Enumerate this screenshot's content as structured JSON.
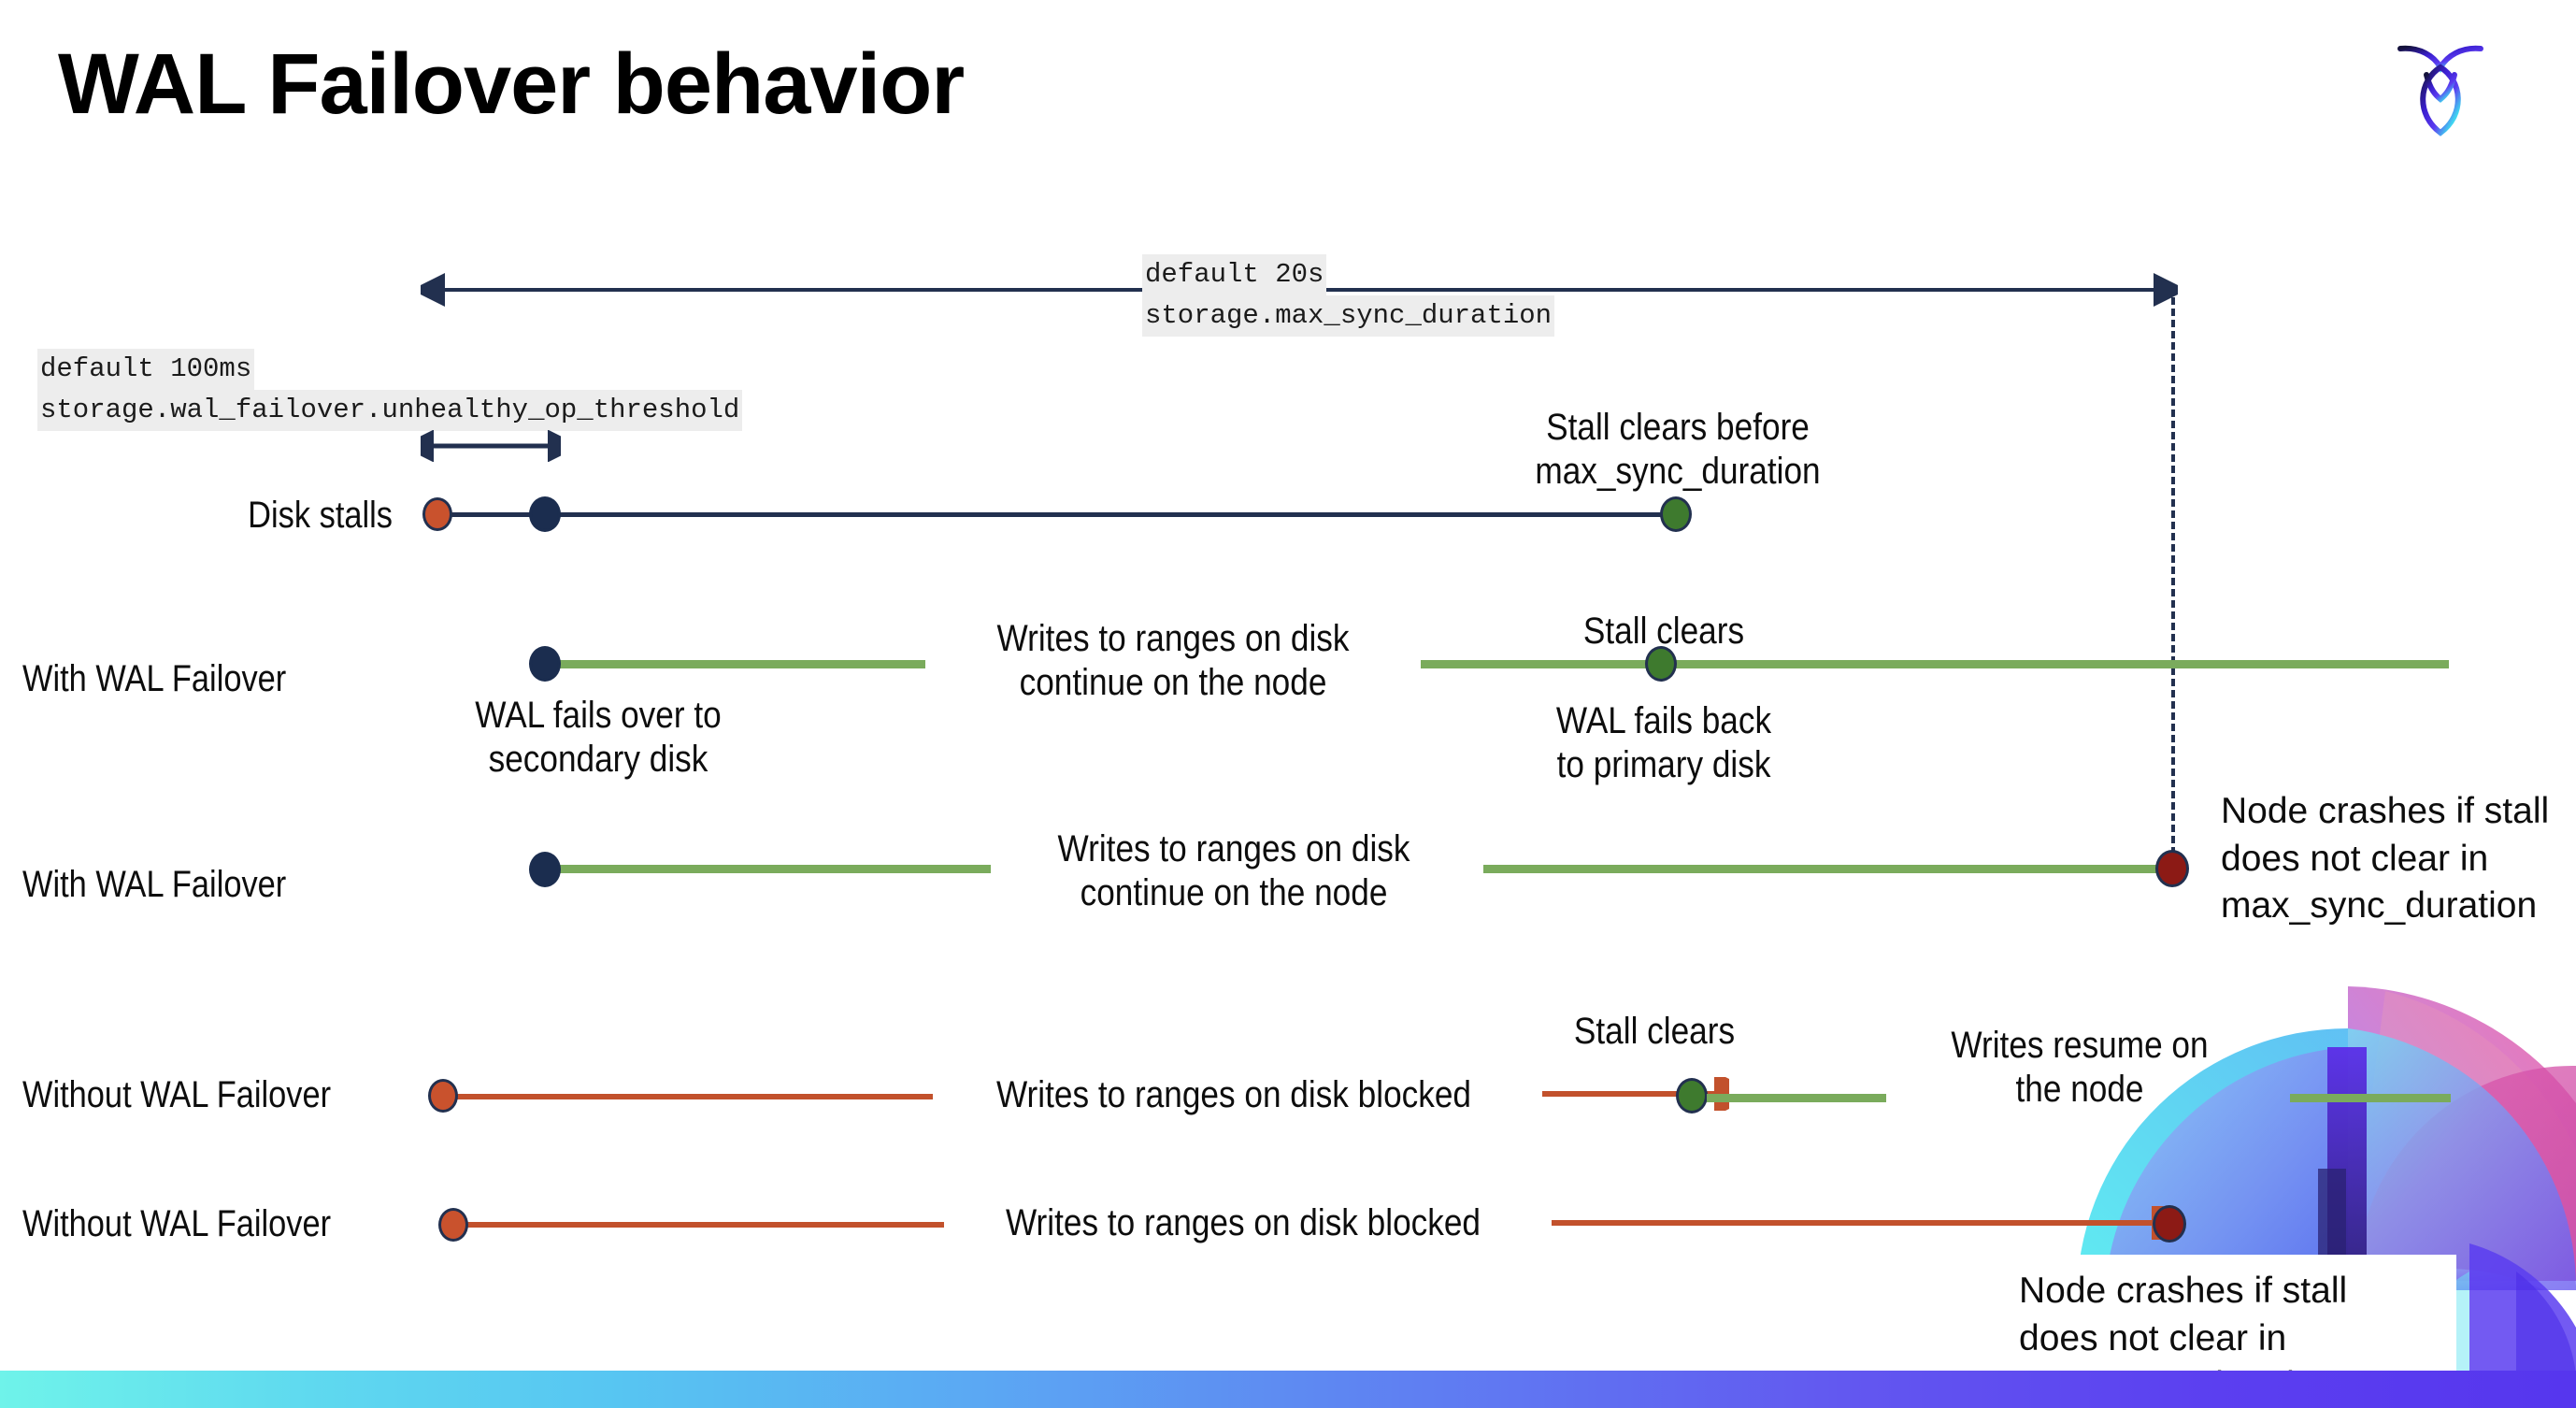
{
  "slide": {
    "title": "WAL Failover behavior",
    "logo_name": "cockroach-labs-logo"
  },
  "annotations": {
    "max_sync": {
      "line1": "default 20s",
      "line2": "storage.max_sync_duration"
    },
    "unhealthy_op": {
      "line1": "default 100ms",
      "line2": "storage.wal_failover.unhealthy_op_threshold"
    }
  },
  "rows": {
    "disk_stalls": {
      "label": "Disk stalls",
      "note": "Stall clears before\nmax_sync_duration",
      "note_line1": "Stall clears before",
      "note_line2": "max_sync_duration"
    },
    "with_failover_1": {
      "label": "With WAL Failover",
      "note_failover_line1": "WAL fails over to",
      "note_failover_line2": "secondary disk",
      "note_writes_line1": "Writes to ranges on disk",
      "note_writes_line2": "continue on the node",
      "note_stall_clears": "Stall clears",
      "note_failback_line1": "WAL fails  back",
      "note_failback_line2": "to primary disk"
    },
    "with_failover_2": {
      "label": "With WAL Failover",
      "note_writes_line1": "Writes to ranges on disk",
      "note_writes_line2": "continue on the node",
      "crash_line1": "Node crashes if stall",
      "crash_line2": "does not clear in",
      "crash_line3": "max_sync_duration"
    },
    "without_failover_1": {
      "label": "Without WAL Failover",
      "note_blocked": "Writes to ranges on disk  blocked",
      "note_stall_clears": "Stall clears",
      "note_resume_line1": "Writes resume on",
      "note_resume_line2": "the node"
    },
    "without_failover_2": {
      "label": "Without WAL Failover",
      "note_blocked": "Writes to ranges on disk  blocked",
      "crash_line1": "Node crashes if stall",
      "crash_line2": "does not clear in",
      "crash_line3": "max_sync_duration"
    }
  },
  "colors": {
    "navy": "#22304f",
    "green_line": "#7aab5c",
    "red_line": "#c2512c",
    "dot_orange": "#c9522d",
    "dot_navy": "#1b2d4f",
    "dot_green": "#3e7a2e",
    "dot_darkred": "#8c1a15",
    "code_bg": "#ededed",
    "bottom_bar_start": "#6ff3ea",
    "bottom_bar_end": "#5636ee"
  }
}
